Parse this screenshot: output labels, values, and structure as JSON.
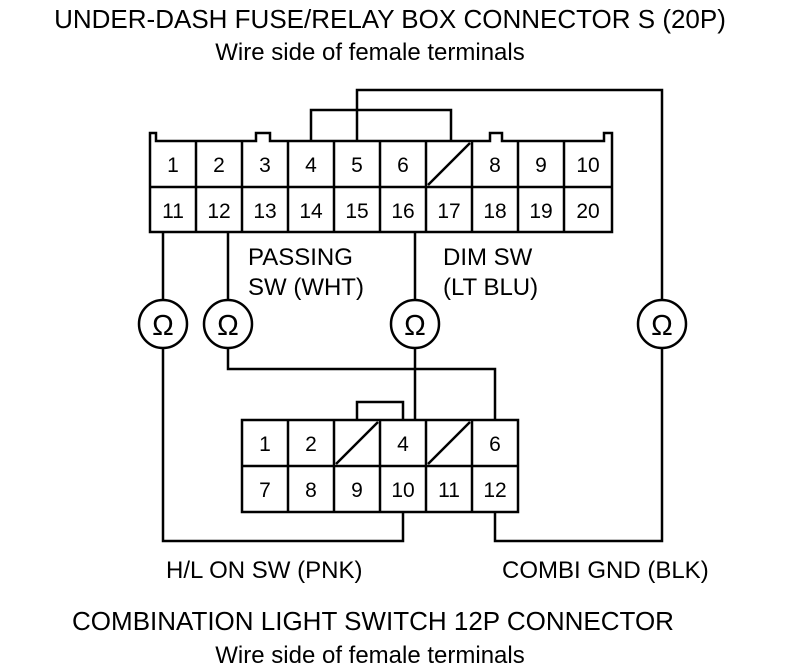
{
  "top_connector": {
    "title": "UNDER-DASH FUSE/RELAY BOX CONNECTOR S (20P)",
    "subtitle": "Wire side of female terminals",
    "row1": [
      "1",
      "2",
      "3",
      "4",
      "5",
      "6",
      "",
      "8",
      "9",
      "10"
    ],
    "row2": [
      "11",
      "12",
      "13",
      "14",
      "15",
      "16",
      "17",
      "18",
      "19",
      "20"
    ]
  },
  "bottom_connector": {
    "title": "COMBINATION LIGHT SWITCH 12P CONNECTOR",
    "subtitle": "Wire side of female terminals",
    "row1": [
      "1",
      "2",
      "",
      "4",
      "",
      "6"
    ],
    "row2": [
      "7",
      "8",
      "9",
      "10",
      "11",
      "12"
    ]
  },
  "labels": {
    "passing_line1": "PASSING",
    "passing_line2": "SW (WHT)",
    "dim_line1": "DIM SW",
    "dim_line2": "(LT BLU)",
    "hl_on": "H/L ON SW (PNK)",
    "combi_gnd": "COMBI GND (BLK)"
  },
  "meters": {
    "symbol": "Ω",
    "count": 4
  }
}
